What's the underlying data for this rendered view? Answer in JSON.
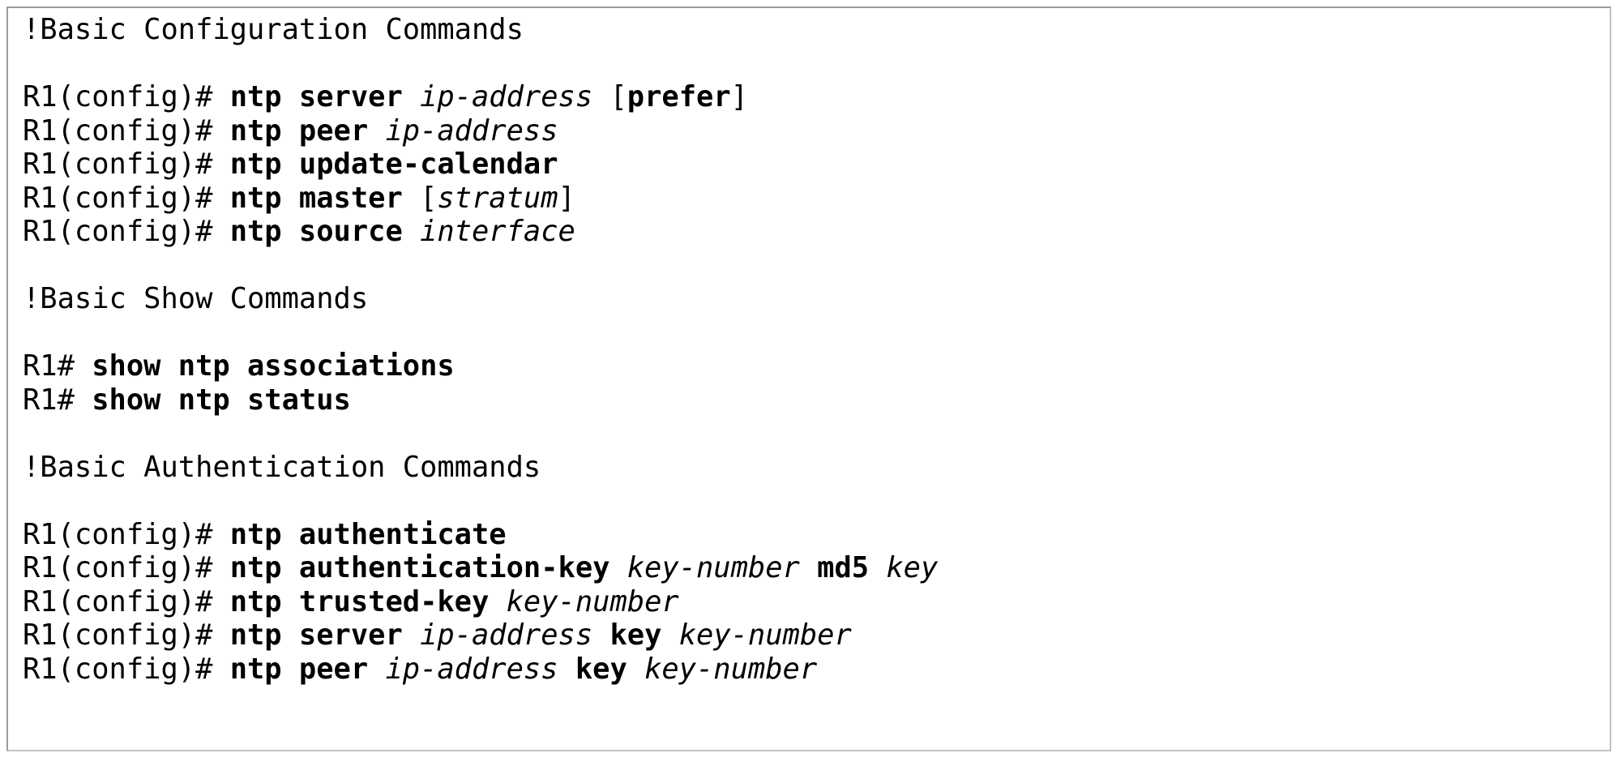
{
  "document": {
    "type": "cli-command-reference",
    "title": "NTP Command Reference",
    "background_color": "#ffffff",
    "text_color": "#000000",
    "border_color": "#b0b0b0",
    "font_style_legend": {
      "comment": "regular",
      "prompt": "regular",
      "cmd": "bold",
      "arg": "italic",
      "bracket": "regular"
    },
    "lines": [
      {
        "index": 0,
        "kind": "comment",
        "text": "!Basic Configuration Commands",
        "tokens": [
          {
            "style": "comment",
            "text": "!Basic Configuration Commands"
          }
        ]
      },
      {
        "index": 1,
        "kind": "blank",
        "text": "",
        "tokens": []
      },
      {
        "index": 2,
        "kind": "command",
        "text": "R1(config)# ntp server ip-address [prefer]",
        "tokens": [
          {
            "style": "prompt",
            "text": "R1(config)# "
          },
          {
            "style": "cmd",
            "text": "ntp server "
          },
          {
            "style": "arg",
            "text": "ip-address"
          },
          {
            "style": "plain",
            "text": " "
          },
          {
            "style": "bracket",
            "text": "["
          },
          {
            "style": "cmd",
            "text": "prefer"
          },
          {
            "style": "bracket",
            "text": "]"
          }
        ]
      },
      {
        "index": 3,
        "kind": "command",
        "text": "R1(config)# ntp peer ip-address",
        "tokens": [
          {
            "style": "prompt",
            "text": "R1(config)# "
          },
          {
            "style": "cmd",
            "text": "ntp peer "
          },
          {
            "style": "arg",
            "text": "ip-address"
          }
        ]
      },
      {
        "index": 4,
        "kind": "command",
        "text": "R1(config)# ntp update-calendar",
        "tokens": [
          {
            "style": "prompt",
            "text": "R1(config)# "
          },
          {
            "style": "cmd",
            "text": "ntp update-calendar"
          }
        ]
      },
      {
        "index": 5,
        "kind": "command",
        "text": "R1(config)# ntp master [stratum]",
        "tokens": [
          {
            "style": "prompt",
            "text": "R1(config)# "
          },
          {
            "style": "cmd",
            "text": "ntp master "
          },
          {
            "style": "bracket",
            "text": "["
          },
          {
            "style": "arg",
            "text": "stratum"
          },
          {
            "style": "bracket",
            "text": "]"
          }
        ]
      },
      {
        "index": 6,
        "kind": "command",
        "text": "R1(config)# ntp source interface",
        "tokens": [
          {
            "style": "prompt",
            "text": "R1(config)# "
          },
          {
            "style": "cmd",
            "text": "ntp source "
          },
          {
            "style": "arg",
            "text": "interface"
          }
        ]
      },
      {
        "index": 7,
        "kind": "blank",
        "text": "",
        "tokens": []
      },
      {
        "index": 8,
        "kind": "comment",
        "text": "!Basic Show Commands",
        "tokens": [
          {
            "style": "comment",
            "text": "!Basic Show Commands"
          }
        ]
      },
      {
        "index": 9,
        "kind": "blank",
        "text": "",
        "tokens": []
      },
      {
        "index": 10,
        "kind": "command",
        "text": "R1# show ntp associations",
        "tokens": [
          {
            "style": "prompt",
            "text": "R1# "
          },
          {
            "style": "cmd",
            "text": "show ntp associations"
          }
        ]
      },
      {
        "index": 11,
        "kind": "command",
        "text": "R1# show ntp status",
        "tokens": [
          {
            "style": "prompt",
            "text": "R1# "
          },
          {
            "style": "cmd",
            "text": "show ntp status"
          }
        ]
      },
      {
        "index": 12,
        "kind": "blank",
        "text": "",
        "tokens": []
      },
      {
        "index": 13,
        "kind": "comment",
        "text": "!Basic Authentication Commands",
        "tokens": [
          {
            "style": "comment",
            "text": "!Basic Authentication Commands"
          }
        ]
      },
      {
        "index": 14,
        "kind": "blank",
        "text": "",
        "tokens": []
      },
      {
        "index": 15,
        "kind": "command",
        "text": "R1(config)# ntp authenticate",
        "tokens": [
          {
            "style": "prompt",
            "text": "R1(config)# "
          },
          {
            "style": "cmd",
            "text": "ntp authenticate"
          }
        ]
      },
      {
        "index": 16,
        "kind": "command",
        "text": "R1(config)# ntp authentication-key key-number md5 key",
        "tokens": [
          {
            "style": "prompt",
            "text": "R1(config)# "
          },
          {
            "style": "cmd",
            "text": "ntp authentication-key "
          },
          {
            "style": "arg",
            "text": "key-number"
          },
          {
            "style": "plain",
            "text": " "
          },
          {
            "style": "cmd",
            "text": "md5"
          },
          {
            "style": "plain",
            "text": " "
          },
          {
            "style": "arg",
            "text": "key"
          }
        ]
      },
      {
        "index": 17,
        "kind": "command",
        "text": "R1(config)# ntp trusted-key key-number",
        "tokens": [
          {
            "style": "prompt",
            "text": "R1(config)# "
          },
          {
            "style": "cmd",
            "text": "ntp trusted-key "
          },
          {
            "style": "arg",
            "text": "key-number"
          }
        ]
      },
      {
        "index": 18,
        "kind": "command",
        "text": "R1(config)# ntp server ip-address key key-number",
        "tokens": [
          {
            "style": "prompt",
            "text": "R1(config)# "
          },
          {
            "style": "cmd",
            "text": "ntp server "
          },
          {
            "style": "arg",
            "text": "ip-address"
          },
          {
            "style": "plain",
            "text": " "
          },
          {
            "style": "cmd",
            "text": "key"
          },
          {
            "style": "plain",
            "text": " "
          },
          {
            "style": "arg",
            "text": "key-number"
          }
        ]
      },
      {
        "index": 19,
        "kind": "command",
        "text": "R1(config)# ntp peer ip-address key key-number",
        "tokens": [
          {
            "style": "prompt",
            "text": "R1(config)# "
          },
          {
            "style": "cmd",
            "text": "ntp peer "
          },
          {
            "style": "arg",
            "text": "ip-address"
          },
          {
            "style": "plain",
            "text": " "
          },
          {
            "style": "cmd",
            "text": "key"
          },
          {
            "style": "plain",
            "text": " "
          },
          {
            "style": "arg",
            "text": "key-number"
          }
        ]
      }
    ]
  }
}
